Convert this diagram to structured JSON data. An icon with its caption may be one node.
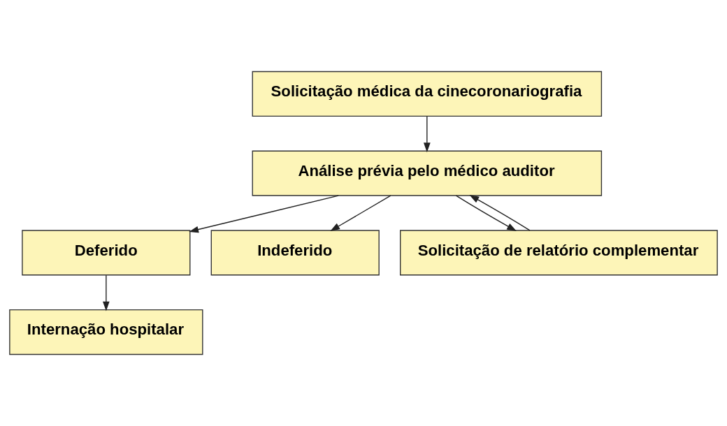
{
  "diagram": {
    "nodes": [
      {
        "text": [
          "Solicitação médica da cinecoronariografia"
        ]
      },
      {
        "text": [
          "Análise prévia pelo médico auditor"
        ]
      },
      {
        "text": [
          "Deferido"
        ]
      },
      {
        "text": [
          "Indeferido"
        ]
      },
      {
        "text": [
          "Solicitação de relatório complementar"
        ]
      },
      {
        "text": [
          "Internação hospitalar"
        ]
      }
    ],
    "edges": [
      {
        "from": 0,
        "to": 1,
        "arrow": "to"
      },
      {
        "from": 1,
        "to": 2,
        "arrow": "to"
      },
      {
        "from": 1,
        "to": 3,
        "arrow": "to"
      },
      {
        "from": 4,
        "to": 1,
        "arrow": "to"
      },
      {
        "from": 1,
        "to": 4,
        "arrow": "to"
      },
      {
        "from": 2,
        "to": 5,
        "arrow": "to"
      }
    ]
  }
}
